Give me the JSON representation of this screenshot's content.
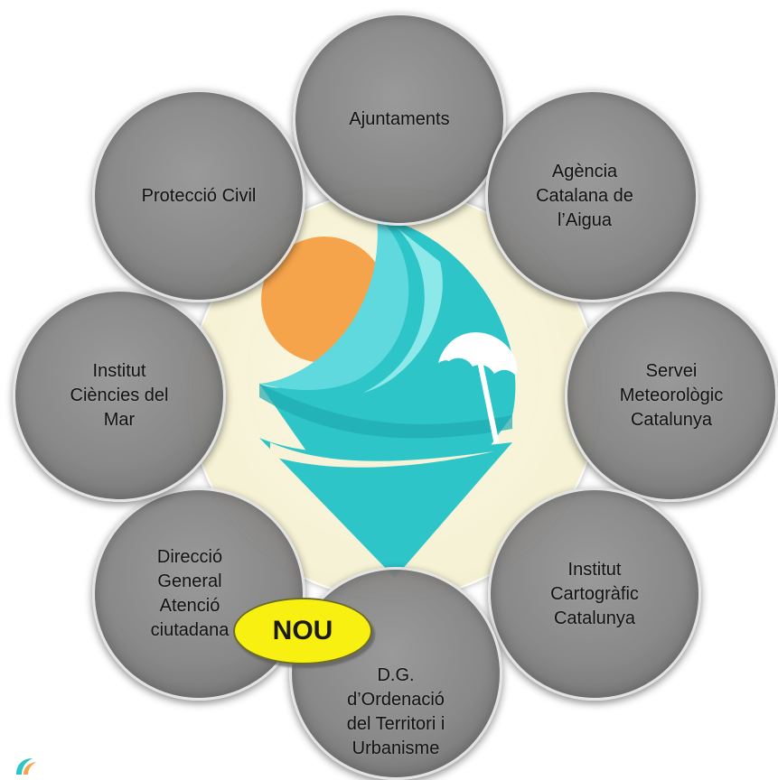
{
  "diagram": {
    "nodes": [
      {
        "id": "ajuntaments",
        "label": "Ajuntaments"
      },
      {
        "id": "aca",
        "label": "Agència\nCatalana de\nl’Aigua"
      },
      {
        "id": "smc",
        "label": "Servei\nMeteorològic\nCatalunya"
      },
      {
        "id": "icc",
        "label": "Institut\nCartogràfic\nCatalunya"
      },
      {
        "id": "dgotu",
        "label": "D.G.\nd’Ordenació\ndel Territori i\nUrbanisme"
      },
      {
        "id": "dgac",
        "label": "Direcció\nGeneral\nAtenció\nciutadana"
      },
      {
        "id": "icm",
        "label": "Institut\nCiències del\nMar"
      },
      {
        "id": "pc",
        "label": "Protecció Civil"
      }
    ],
    "badge": "NOU",
    "colors": {
      "node_fill": "#8a8a8a",
      "center_fill": "#f7f2d8",
      "logo_teal": "#2ec5c9",
      "logo_sun": "#f6a44c",
      "badge_fill": "#f8f010"
    },
    "icons": {
      "center": "beach-pin-logo-icon",
      "umbrella": "beach-umbrella-icon",
      "sun": "sun-icon",
      "corner": "app-logo-icon"
    }
  }
}
